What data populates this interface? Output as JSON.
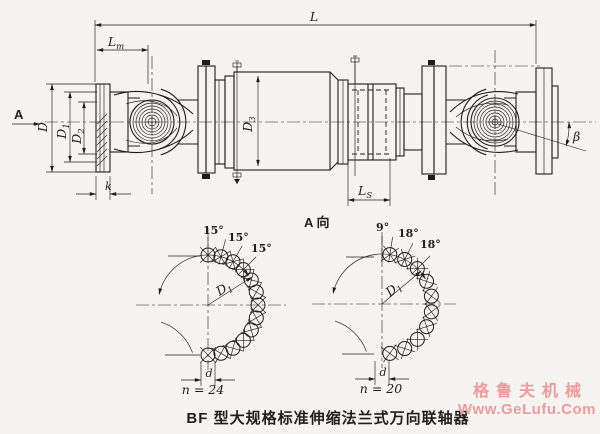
{
  "colors": {
    "paper": "#f5f4f0",
    "ink": "#1e1e1e",
    "watermark": "#f09a9b"
  },
  "main_view": {
    "view_direction_label": "A",
    "dim_labels": {
      "L": {
        "main": "L",
        "sub": ""
      },
      "Lm": {
        "main": "L",
        "sub": "m"
      },
      "D": {
        "main": "D",
        "sub": ""
      },
      "D1": {
        "main": "D",
        "sub": "1"
      },
      "D2": {
        "main": "D",
        "sub": "2"
      },
      "D3": {
        "main": "D",
        "sub": "3"
      },
      "k": {
        "main": "k",
        "sub": ""
      },
      "Ls": {
        "main": "L",
        "sub": "S"
      },
      "beta": {
        "main": "β",
        "sub": ""
      }
    }
  },
  "view_a": {
    "label": "A 向",
    "left_flange": {
      "angle_labels": [
        "15°",
        "15°",
        "15°"
      ],
      "bolt_circle_label": {
        "main": "D",
        "sub": "1"
      },
      "hole_diameter_label": "d",
      "hole_count_label": "n = 24",
      "pattern": {
        "holes_total": 24,
        "step_deg": 15,
        "start_deg": 90,
        "visible_holes": 13,
        "tick_angles": [
          90,
          75,
          60,
          45
        ]
      }
    },
    "right_flange": {
      "angle_labels": [
        "9°",
        "18°",
        "18°"
      ],
      "bolt_circle_label": {
        "main": "D",
        "sub": "1"
      },
      "hole_diameter_label": "d",
      "hole_count_label": "n = 20",
      "pattern": {
        "holes_total": 20,
        "step_deg": 18,
        "start_deg": 81,
        "visible_holes": 10,
        "tick_angles": [
          90,
          81,
          63,
          45
        ]
      }
    }
  },
  "caption": "BF 型大规格标准伸缩法兰式万向联轴器",
  "watermark": {
    "line1": "格鲁夫机械",
    "line2": "Www.GeLufu.Com"
  }
}
